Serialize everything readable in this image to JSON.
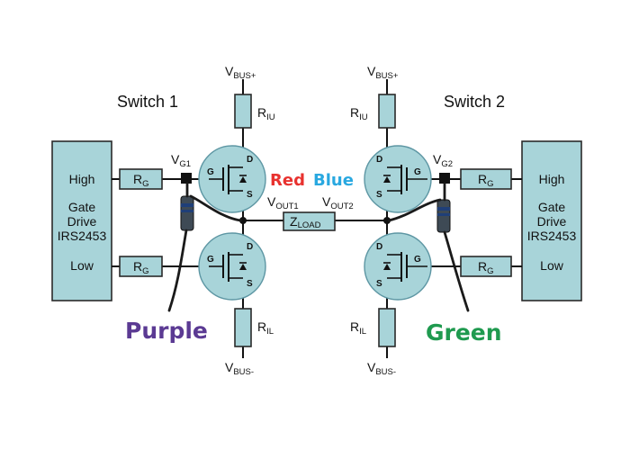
{
  "switch1": {
    "title": "Switch 1",
    "gate_drive": {
      "high": "High",
      "line1": "Gate",
      "line2": "Drive",
      "line3": "IRS2453",
      "low": "Low"
    },
    "rg_high": {
      "main": "R",
      "sub": "G"
    },
    "rg_low": {
      "main": "R",
      "sub": "G"
    },
    "vg": {
      "main": "V",
      "sub": "G1"
    },
    "vout": {
      "main": "V",
      "sub": "OUT1"
    },
    "vbus_top": {
      "main": "V",
      "sub": "BUS+"
    },
    "vbus_bot": {
      "main": "V",
      "sub": "BUS-"
    },
    "r_upper": {
      "main": "R",
      "sub": "IU"
    },
    "r_lower": {
      "main": "R",
      "sub": "IL"
    }
  },
  "switch2": {
    "title": "Switch 2",
    "gate_drive": {
      "high": "High",
      "line1": "Gate",
      "line2": "Drive",
      "line3": "IRS2453",
      "low": "Low"
    },
    "rg_high": {
      "main": "R",
      "sub": "G"
    },
    "rg_low": {
      "main": "R",
      "sub": "G"
    },
    "vg": {
      "main": "V",
      "sub": "G2"
    },
    "vout": {
      "main": "V",
      "sub": "OUT2"
    },
    "vbus_top": {
      "main": "V",
      "sub": "BUS+"
    },
    "vbus_bot": {
      "main": "V",
      "sub": "BUS-"
    },
    "r_upper": {
      "main": "R",
      "sub": "IU"
    },
    "r_lower": {
      "main": "R",
      "sub": "IL"
    }
  },
  "zload": {
    "main": "Z",
    "sub": "LOAD"
  },
  "pins": {
    "gate": "G",
    "drain": "D",
    "source": "S"
  },
  "probe_labels": [
    {
      "text": "Red",
      "color": "#e8322f"
    },
    {
      "text": "Blue",
      "color": "#29a8e0"
    },
    {
      "text": "Purple",
      "color": "#5b3a93"
    },
    {
      "text": "Green",
      "color": "#1f9a4f"
    }
  ],
  "colors": {
    "component_fill": "#a8d4d9",
    "mosfet_outline": "#5d96a3"
  }
}
